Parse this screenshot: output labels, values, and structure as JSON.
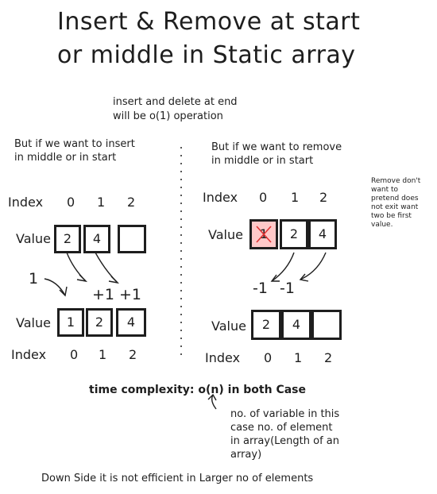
{
  "title_line1": "Insert & Remove at start",
  "title_line2": "or middle in Static array",
  "end_note_line1": "insert and delete at end",
  "end_note_line2": "will be o(1) operation",
  "left": {
    "note_line1": "But if we want to insert",
    "note_line2": "in middle or in start",
    "top_index_label": "Index",
    "top_indices": [
      "0",
      "1",
      "2"
    ],
    "top_value_label": "Value",
    "top_values": [
      "2",
      "4",
      ""
    ],
    "inserted_value": "1",
    "shift_labels": [
      "+1",
      "+1"
    ],
    "bottom_value_label": "Value",
    "bottom_values": [
      "1",
      "2",
      "4"
    ],
    "bottom_index_label": "Index",
    "bottom_indices": [
      "0",
      "1",
      "2"
    ]
  },
  "right": {
    "note_line1": "But if we want to remove",
    "note_line2": "in middle or in start",
    "top_index_label": "Index",
    "top_indices": [
      "0",
      "1",
      "2"
    ],
    "top_value_label": "Value",
    "top_values": [
      "1",
      "2",
      "4"
    ],
    "shift_labels": [
      "-1",
      "-1"
    ],
    "bottom_value_label": "Value",
    "bottom_values": [
      "2",
      "4",
      ""
    ],
    "bottom_index_label": "Index",
    "bottom_indices": [
      "0",
      "1",
      "2"
    ],
    "side_note": [
      "Remove don't",
      "want to",
      "pretend does",
      "not exit want",
      "two be first",
      "value."
    ]
  },
  "complexity": "time complexity: o(n) in both Case",
  "complexity_note": [
    "no. of variable in this",
    "case no. of element",
    "in array(Length of an",
    "array)"
  ],
  "footer": "Down Side it is not efficient in Larger no of elements",
  "colors": {
    "ink": "#1e1e1e",
    "removed_fill": "#ffc9c9",
    "removed_cross": "#e03131"
  }
}
